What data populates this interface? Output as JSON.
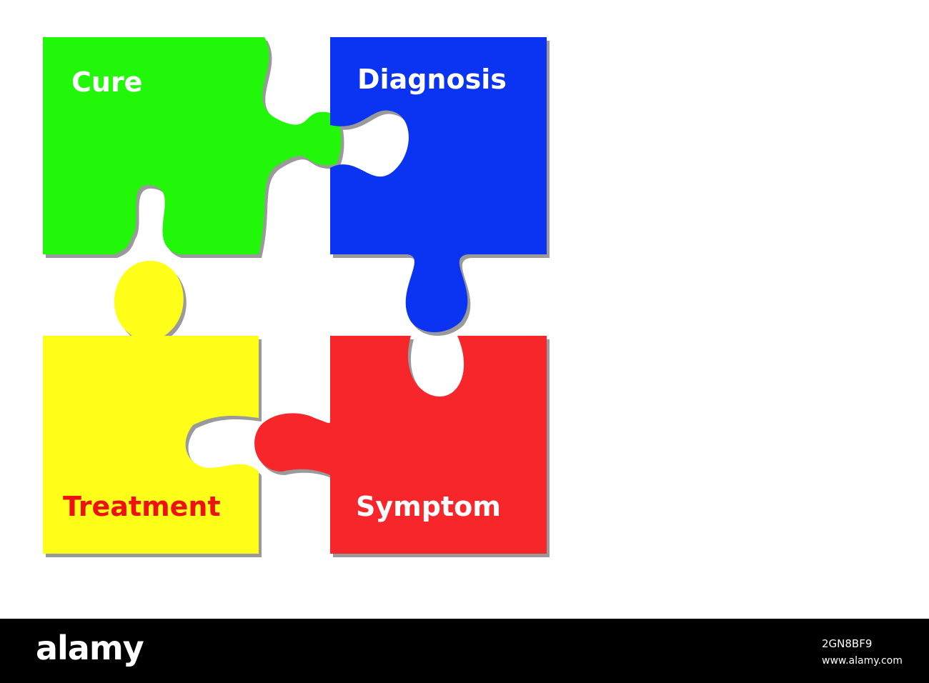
{
  "pieces": {
    "top_left": {
      "label": "Cure",
      "fill": "#22f70a",
      "text_color": "#ffffff"
    },
    "top_right": {
      "label": "Diagnosis",
      "fill": "#0a33f2",
      "text_color": "#ffffff"
    },
    "bottom_left": {
      "label": "Treatment",
      "fill": "#ffff1a",
      "text_color": "#ee1111"
    },
    "bottom_right": {
      "label": "Symptom",
      "fill": "#f7262a",
      "text_color": "#ffffff"
    }
  },
  "shadow_color": "#9a9a9a",
  "watermark": {
    "logo_text": "alamy",
    "image_id": "2GN8BF9",
    "url": "www.alamy.com"
  }
}
